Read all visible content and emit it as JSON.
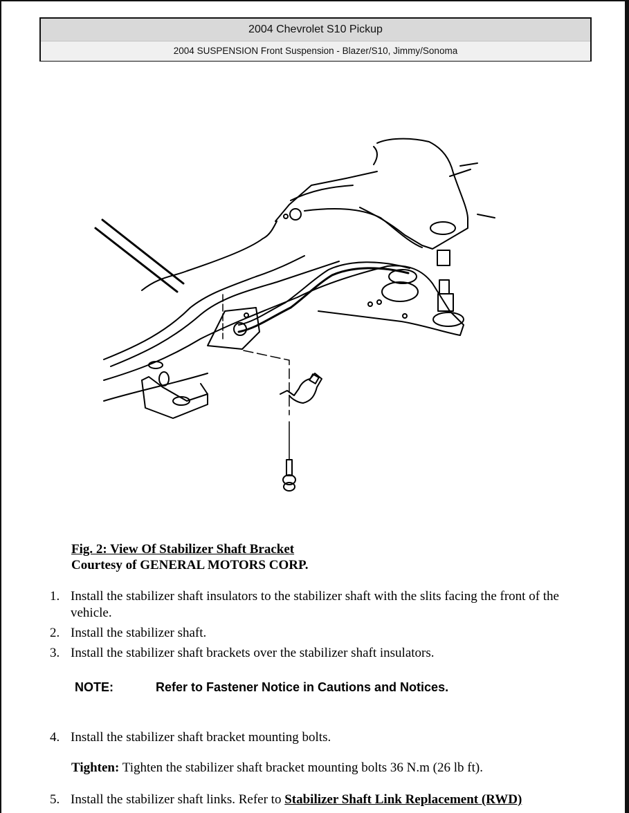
{
  "header": {
    "title": "2004 Chevrolet S10 Pickup",
    "subtitle": "2004 SUSPENSION Front Suspension - Blazer/S10, Jimmy/Sonoma"
  },
  "figure": {
    "title": "Fig. 2: View Of Stabilizer Shaft Bracket",
    "courtesy": "Courtesy of GENERAL MOTORS CORP."
  },
  "steps": [
    {
      "num": "1.",
      "text": "Install the stabilizer shaft insulators to the stabilizer shaft with the slits facing the front of the vehicle."
    },
    {
      "num": "2.",
      "text": "Install the stabilizer shaft."
    },
    {
      "num": "3.",
      "text": "Install the stabilizer shaft brackets over the stabilizer shaft insulators."
    },
    {
      "num": "4.",
      "text": "Install the stabilizer shaft bracket mounting bolts."
    },
    {
      "num": "5.",
      "text": "Install the stabilizer shaft links. Refer to ",
      "link": "Stabilizer Shaft Link Replacement (RWD)"
    }
  ],
  "note": {
    "label": "NOTE:",
    "text": "Refer to Fastener Notice in Cautions and Notices."
  },
  "tighten": {
    "label": "Tighten:",
    "text": " Tighten the stabilizer shaft bracket mounting bolts 36 N.m (26 lb ft)."
  }
}
